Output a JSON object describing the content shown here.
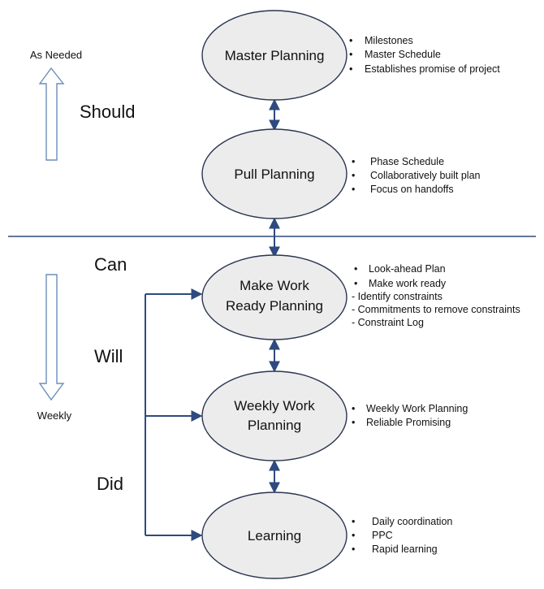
{
  "side": {
    "top_label": "As Needed",
    "bottom_label": "Weekly",
    "should": "Should",
    "can": "Can",
    "will": "Will",
    "did": "Did"
  },
  "nodes": {
    "master": {
      "line1": "Master Planning",
      "line2": ""
    },
    "pull": {
      "line1": "Pull Planning",
      "line2": ""
    },
    "make": {
      "line1": "Make Work",
      "line2": "Ready Planning"
    },
    "weekly": {
      "line1": "Weekly Work",
      "line2": "Planning"
    },
    "learning": {
      "line1": "Learning",
      "line2": ""
    }
  },
  "notes": {
    "master": {
      "bullets": [
        "Milestones",
        "Master Schedule",
        "Establishes promise of project"
      ]
    },
    "pull": {
      "bullets": [
        "Phase Schedule",
        "Collaboratively built plan",
        "Focus on handoffs"
      ]
    },
    "make": {
      "bullets": [
        "Look-ahead Plan",
        "Make work ready"
      ],
      "dashes": [
        "- Identify constraints",
        "- Commitments to remove constraints",
        "- Constraint Log"
      ]
    },
    "weekly": {
      "bullets": [
        "Weekly Work Planning",
        "Reliable Promising"
      ]
    },
    "learning": {
      "bullets": [
        "Daily coordination",
        "PPC",
        "Rapid learning"
      ]
    }
  },
  "colors": {
    "ellipse_fill": "#ececec",
    "ellipse_stroke": "#2a3550",
    "connector": "#2e4a7f",
    "divider": "#2e4a7f",
    "hollow_arrow": "#6b8fb8"
  }
}
